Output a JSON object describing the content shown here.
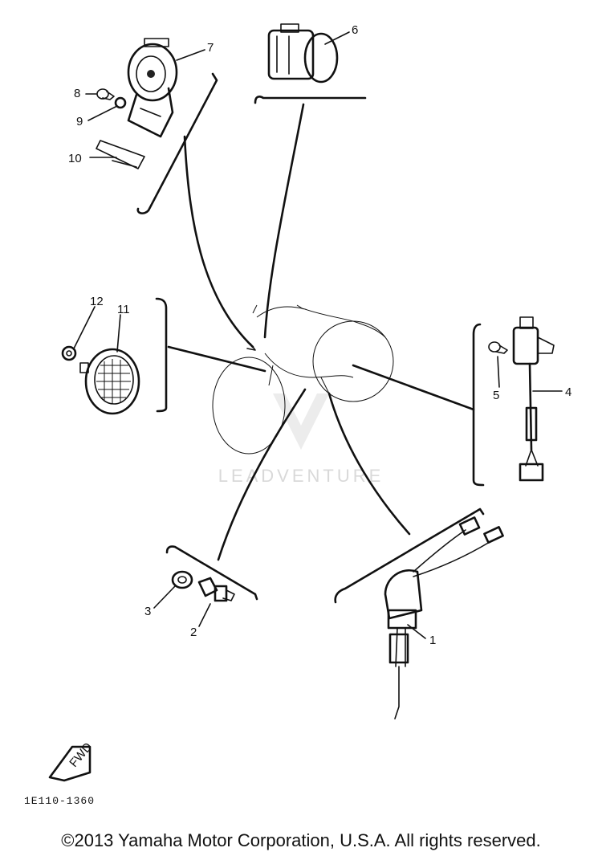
{
  "diagram": {
    "callouts": [
      "1",
      "2",
      "3",
      "4",
      "5",
      "6",
      "7",
      "8",
      "9",
      "10",
      "12",
      "11"
    ],
    "part_code": "1E110-1360",
    "fwd_label": "FWD",
    "watermark": "LEADVENTURE",
    "copyright": "©2013 Yamaha Motor Corporation, U.S.A. All rights reserved."
  }
}
